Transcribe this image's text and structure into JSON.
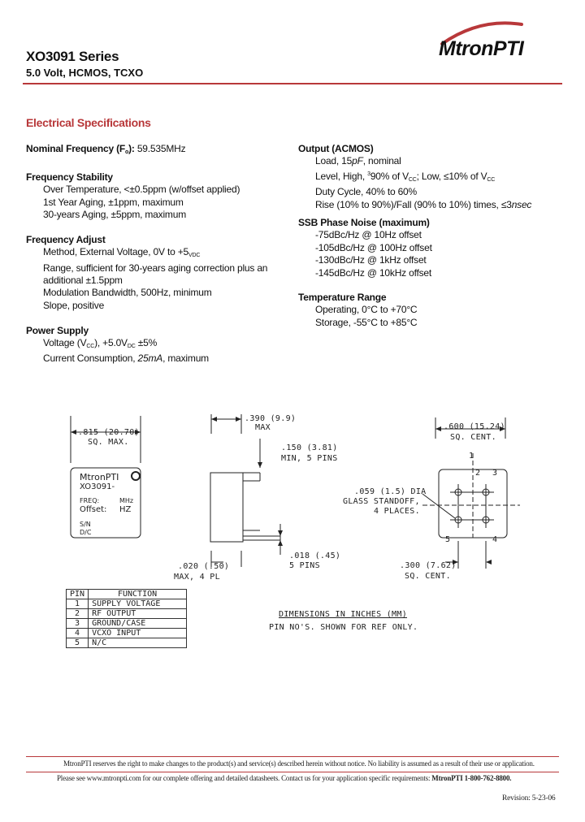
{
  "header": {
    "title": "XO3091 Series",
    "subtitle": "5.0 Volt, HCMOS, TCXO",
    "logo": "MtronPTI"
  },
  "section_title": "Electrical Specifications",
  "left": {
    "nominal_frequency": {
      "label": "Nominal Frequency (F",
      "sub": "o",
      "label_end": "):",
      "value": " 59.535MHz"
    },
    "frequency_stability": {
      "heading": "Frequency Stability",
      "items": [
        "Over Temperature, <±0.5ppm (w/offset applied)",
        "1st Year Aging, ±1ppm, maximum",
        "30-years Aging, ±5ppm, maximum"
      ]
    },
    "frequency_adjust": {
      "heading": "Frequency Adjust",
      "method_prefix": "Method, External Voltage, 0V to +5",
      "method_sub": "VDC",
      "items": [
        "Range, sufficient for 30-years aging correction plus an",
        "additional ±1.5ppm",
        "Modulation Bandwidth, 500Hz, minimum",
        "Slope, positive"
      ]
    },
    "power_supply": {
      "heading": "Power Supply",
      "voltage_a": "Voltage (V",
      "voltage_sub1": "CC",
      "voltage_b": "), +5.0V",
      "voltage_sub2": "DC",
      "voltage_c": " ±5%",
      "current_a": "Current Consumption, ",
      "current_i": "25mA",
      "current_b": ", maximum"
    }
  },
  "right": {
    "output": {
      "heading": "Output (ACMOS)",
      "load_a": "Load, 15",
      "load_i": "pF",
      "load_b": ", nominal",
      "level_a": "Level, High, ",
      "level_sup": "3",
      "level_b": "90% of V",
      "level_sub1": "CC",
      "level_c": "; Low, ≤10% of V",
      "level_sub2": "CC",
      "duty": "Duty Cycle, 40% to 60%",
      "rise_a": "Rise (10% to 90%)/Fall (90% to 10%) times, ≤3",
      "rise_i": "nsec"
    },
    "phase_noise": {
      "heading": "SSB Phase Noise (maximum)",
      "items": [
        "-75dBc/Hz @ 10Hz offset",
        "-105dBc/Hz @ 100Hz offset",
        "-130dBc/Hz @ 1kHz offset",
        "-145dBc/Hz @ 10kHz offset"
      ]
    },
    "temperature": {
      "heading": "Temperature Range",
      "items": [
        "Operating, 0°C to +70°C",
        "Storage, -55°C to +85°C"
      ]
    }
  },
  "drawing": {
    "top_dim": ".815 (20.70)",
    "top_dim2": "SQ. MAX.",
    "pkg_lines": [
      "MtronPTI",
      "XO3091-",
      "FREQ:",
      "Offset:",
      "S/N",
      "D/C"
    ],
    "pkg_units": [
      "MHz",
      "HZ"
    ],
    "side_dim1": ".390 (9.9)",
    "side_dim1b": "MAX",
    "side_dim2": ".150 (3.81)",
    "side_dim2b": "MIN, 5 PINS",
    "side_dim3": ".018 (.45)",
    "side_dim3b": "5 PINS",
    "side_dim4": ".020 (.50)",
    "side_dim4b": "MAX, 4 PL",
    "bot_dim1": ".600 (15.24)",
    "bot_dim1b": "SQ. CENT.",
    "standoff1": ".059 (1.5) DIA",
    "standoff2": "GLASS STANDOFF,",
    "standoff3": "4 PLACES.",
    "bot_dim2": ".300 (7.62)",
    "bot_dim2b": "SQ. CENT.",
    "pin_numbers": [
      "1",
      "2",
      "3",
      "4",
      "5"
    ],
    "note1": "DIMENSIONS IN INCHES (MM)",
    "note2": "PIN NO'S. SHOWN FOR REF ONLY."
  },
  "pin_table": {
    "headers": [
      "PIN",
      "FUNCTION"
    ],
    "rows": [
      [
        "1",
        "SUPPLY VOLTAGE"
      ],
      [
        "2",
        "RF OUTPUT"
      ],
      [
        "3",
        "GROUND/CASE"
      ],
      [
        "4",
        "VCXO INPUT"
      ],
      [
        "5",
        "N/C"
      ]
    ]
  },
  "footer": {
    "line1": "MtronPTI reserves the right to make changes to the product(s) and service(s) described herein without notice. No liability is assumed as a result of their use or application.",
    "line2_a": "Please see www.mtronpti.com for our complete offering and detailed datasheets. Contact us for your application specific requirements: ",
    "line2_b": "MtronPTI 1-800-762-8800.",
    "revision": "Revision: 5-23-06"
  }
}
